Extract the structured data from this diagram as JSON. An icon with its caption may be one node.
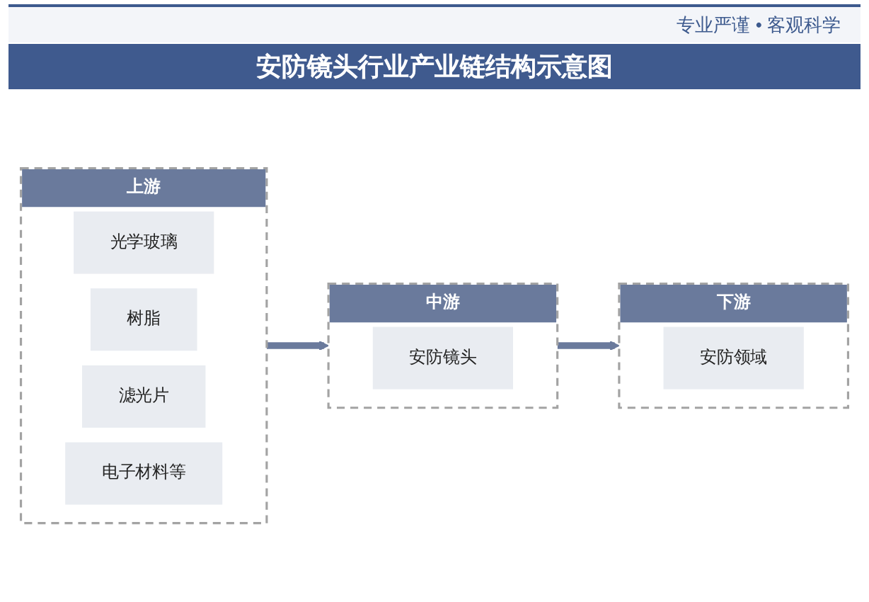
{
  "diagram": {
    "title": "安防镜头行业产业链结构示意图",
    "nodes": [
      {
        "text": [
          "上游"
        ]
      },
      {
        "text": [
          "光学玻璃"
        ],
        "in": 0
      },
      {
        "text": [
          "树脂"
        ],
        "in": 0
      },
      {
        "text": [
          "滤光片"
        ],
        "in": 0
      },
      {
        "text": [
          "电子材料等"
        ],
        "in": 0
      },
      {
        "text": [
          "中游"
        ]
      },
      {
        "text": [
          "安防镜头"
        ],
        "in": 5
      },
      {
        "text": [
          "下游"
        ]
      },
      {
        "text": [
          "安防领域"
        ],
        "in": 7
      }
    ],
    "edges": [
      {
        "from": 0,
        "to": 5,
        "arrow": "to"
      },
      {
        "from": 5,
        "to": 7,
        "arrow": "to"
      }
    ],
    "labels": [
      "专业严谨 • 客观科学"
    ]
  }
}
